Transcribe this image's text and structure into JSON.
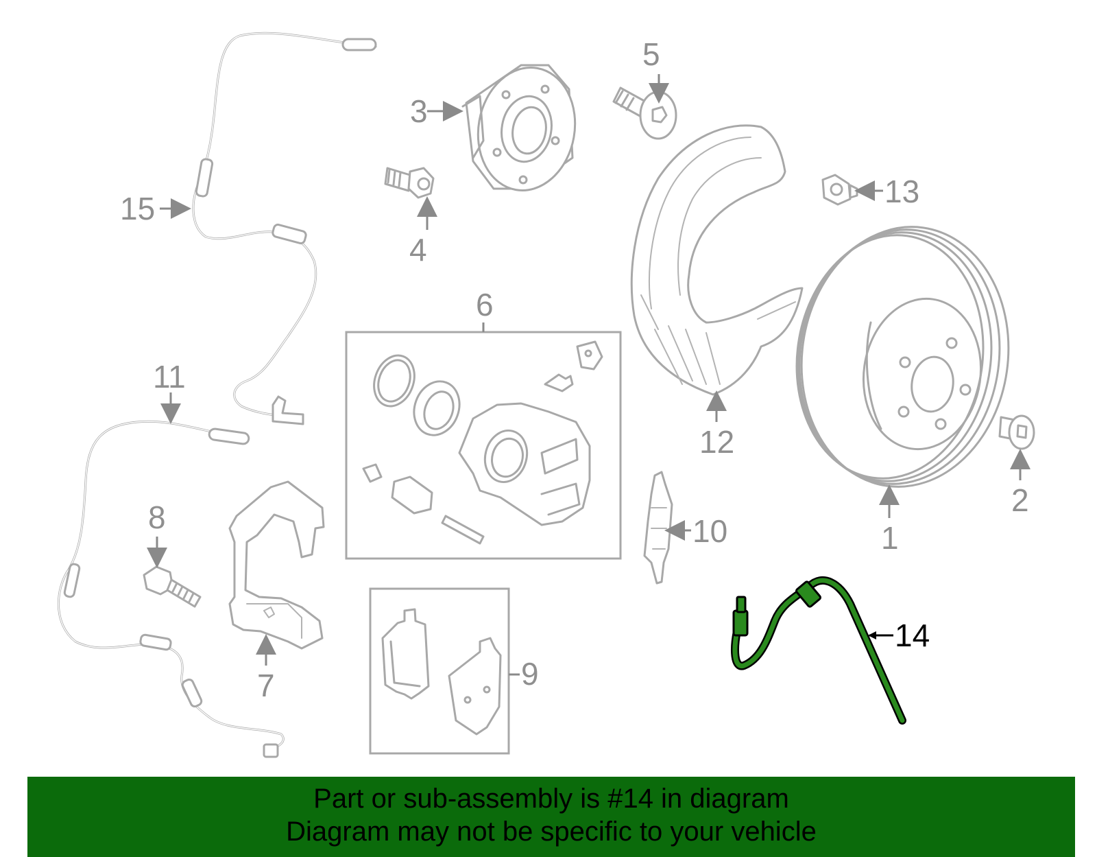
{
  "callouts": [
    {
      "id": "1",
      "label": "1"
    },
    {
      "id": "2",
      "label": "2"
    },
    {
      "id": "3",
      "label": "3"
    },
    {
      "id": "4",
      "label": "4"
    },
    {
      "id": "5",
      "label": "5"
    },
    {
      "id": "6",
      "label": "6"
    },
    {
      "id": "7",
      "label": "7"
    },
    {
      "id": "8",
      "label": "8"
    },
    {
      "id": "9",
      "label": "9"
    },
    {
      "id": "10",
      "label": "10"
    },
    {
      "id": "11",
      "label": "11"
    },
    {
      "id": "12",
      "label": "12"
    },
    {
      "id": "13",
      "label": "13"
    },
    {
      "id": "14",
      "label": "14"
    },
    {
      "id": "15",
      "label": "15"
    }
  ],
  "highlighted_part": "14",
  "colors": {
    "banner": "#0b6b0b",
    "highlight": "#2a8a1e",
    "part_line": "#a8a8a8"
  },
  "banner": {
    "line1": "Part or sub-assembly is #14 in diagram",
    "line2": "Diagram may not be specific to your vehicle"
  }
}
